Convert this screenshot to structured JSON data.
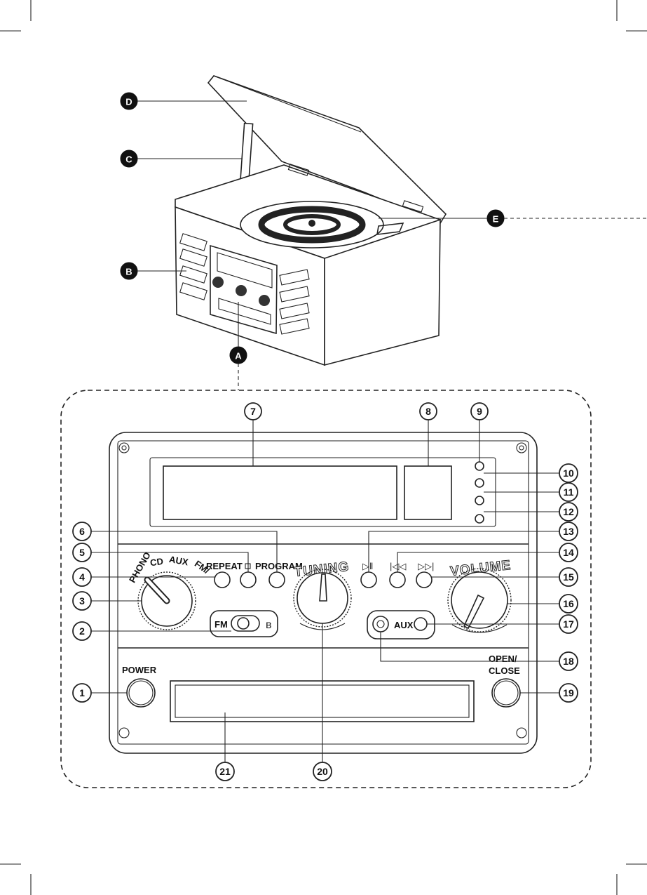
{
  "labels": {
    "a": "A",
    "b": "B",
    "c": "C",
    "d": "D",
    "e": "E"
  },
  "callouts": {
    "n1": "1",
    "n2": "2",
    "n3": "3",
    "n4": "4",
    "n5": "5",
    "n6": "6",
    "n7": "7",
    "n8": "8",
    "n9": "9",
    "n10": "10",
    "n11": "11",
    "n12": "12",
    "n13": "13",
    "n14": "14",
    "n15": "15",
    "n16": "16",
    "n17": "17",
    "n18": "18",
    "n19": "19",
    "n20": "20",
    "n21": "21"
  },
  "panel": {
    "source_phono": "PHONO",
    "source_cd": "CD",
    "source_aux": "AUX",
    "source_fm": "FM/",
    "repeat": "REPEAT",
    "program": "PROGRAM",
    "tuning": "TUNING",
    "volume": "VOLUME",
    "fm": "FM",
    "aux": "AUX",
    "power": "POWER",
    "open": "OPEN/",
    "close": "CLOSE"
  }
}
